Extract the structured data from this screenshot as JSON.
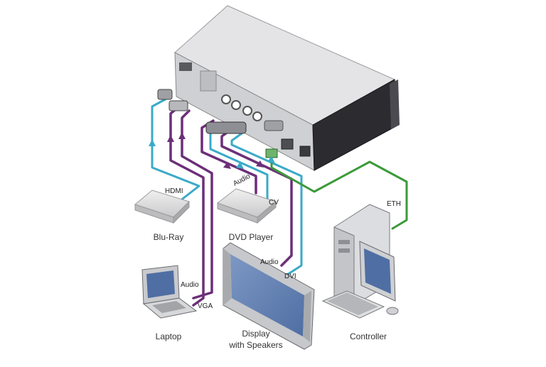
{
  "devices": {
    "bluray": "Blu-Ray",
    "dvd": "DVD Player",
    "laptop": "Laptop",
    "display_line1": "Display",
    "display_line2": "with Speakers",
    "controller": "Controller"
  },
  "cables": {
    "hdmi": "HDMI",
    "dvd_audio": "Audio",
    "cv": "CV",
    "eth": "ETH",
    "display_audio": "Audio",
    "dvi": "DVI",
    "laptop_audio": "Audio",
    "vga": "VGA"
  },
  "colors": {
    "cyan_cable": "#3aaac8",
    "purple_cable": "#6c2f78",
    "green_cable": "#3b9a3a",
    "purple_light": "#b48ac0",
    "chassis_top": "#e6e6e8",
    "chassis_front": "#2a2a2e",
    "chassis_back": "#cfd0d3"
  }
}
